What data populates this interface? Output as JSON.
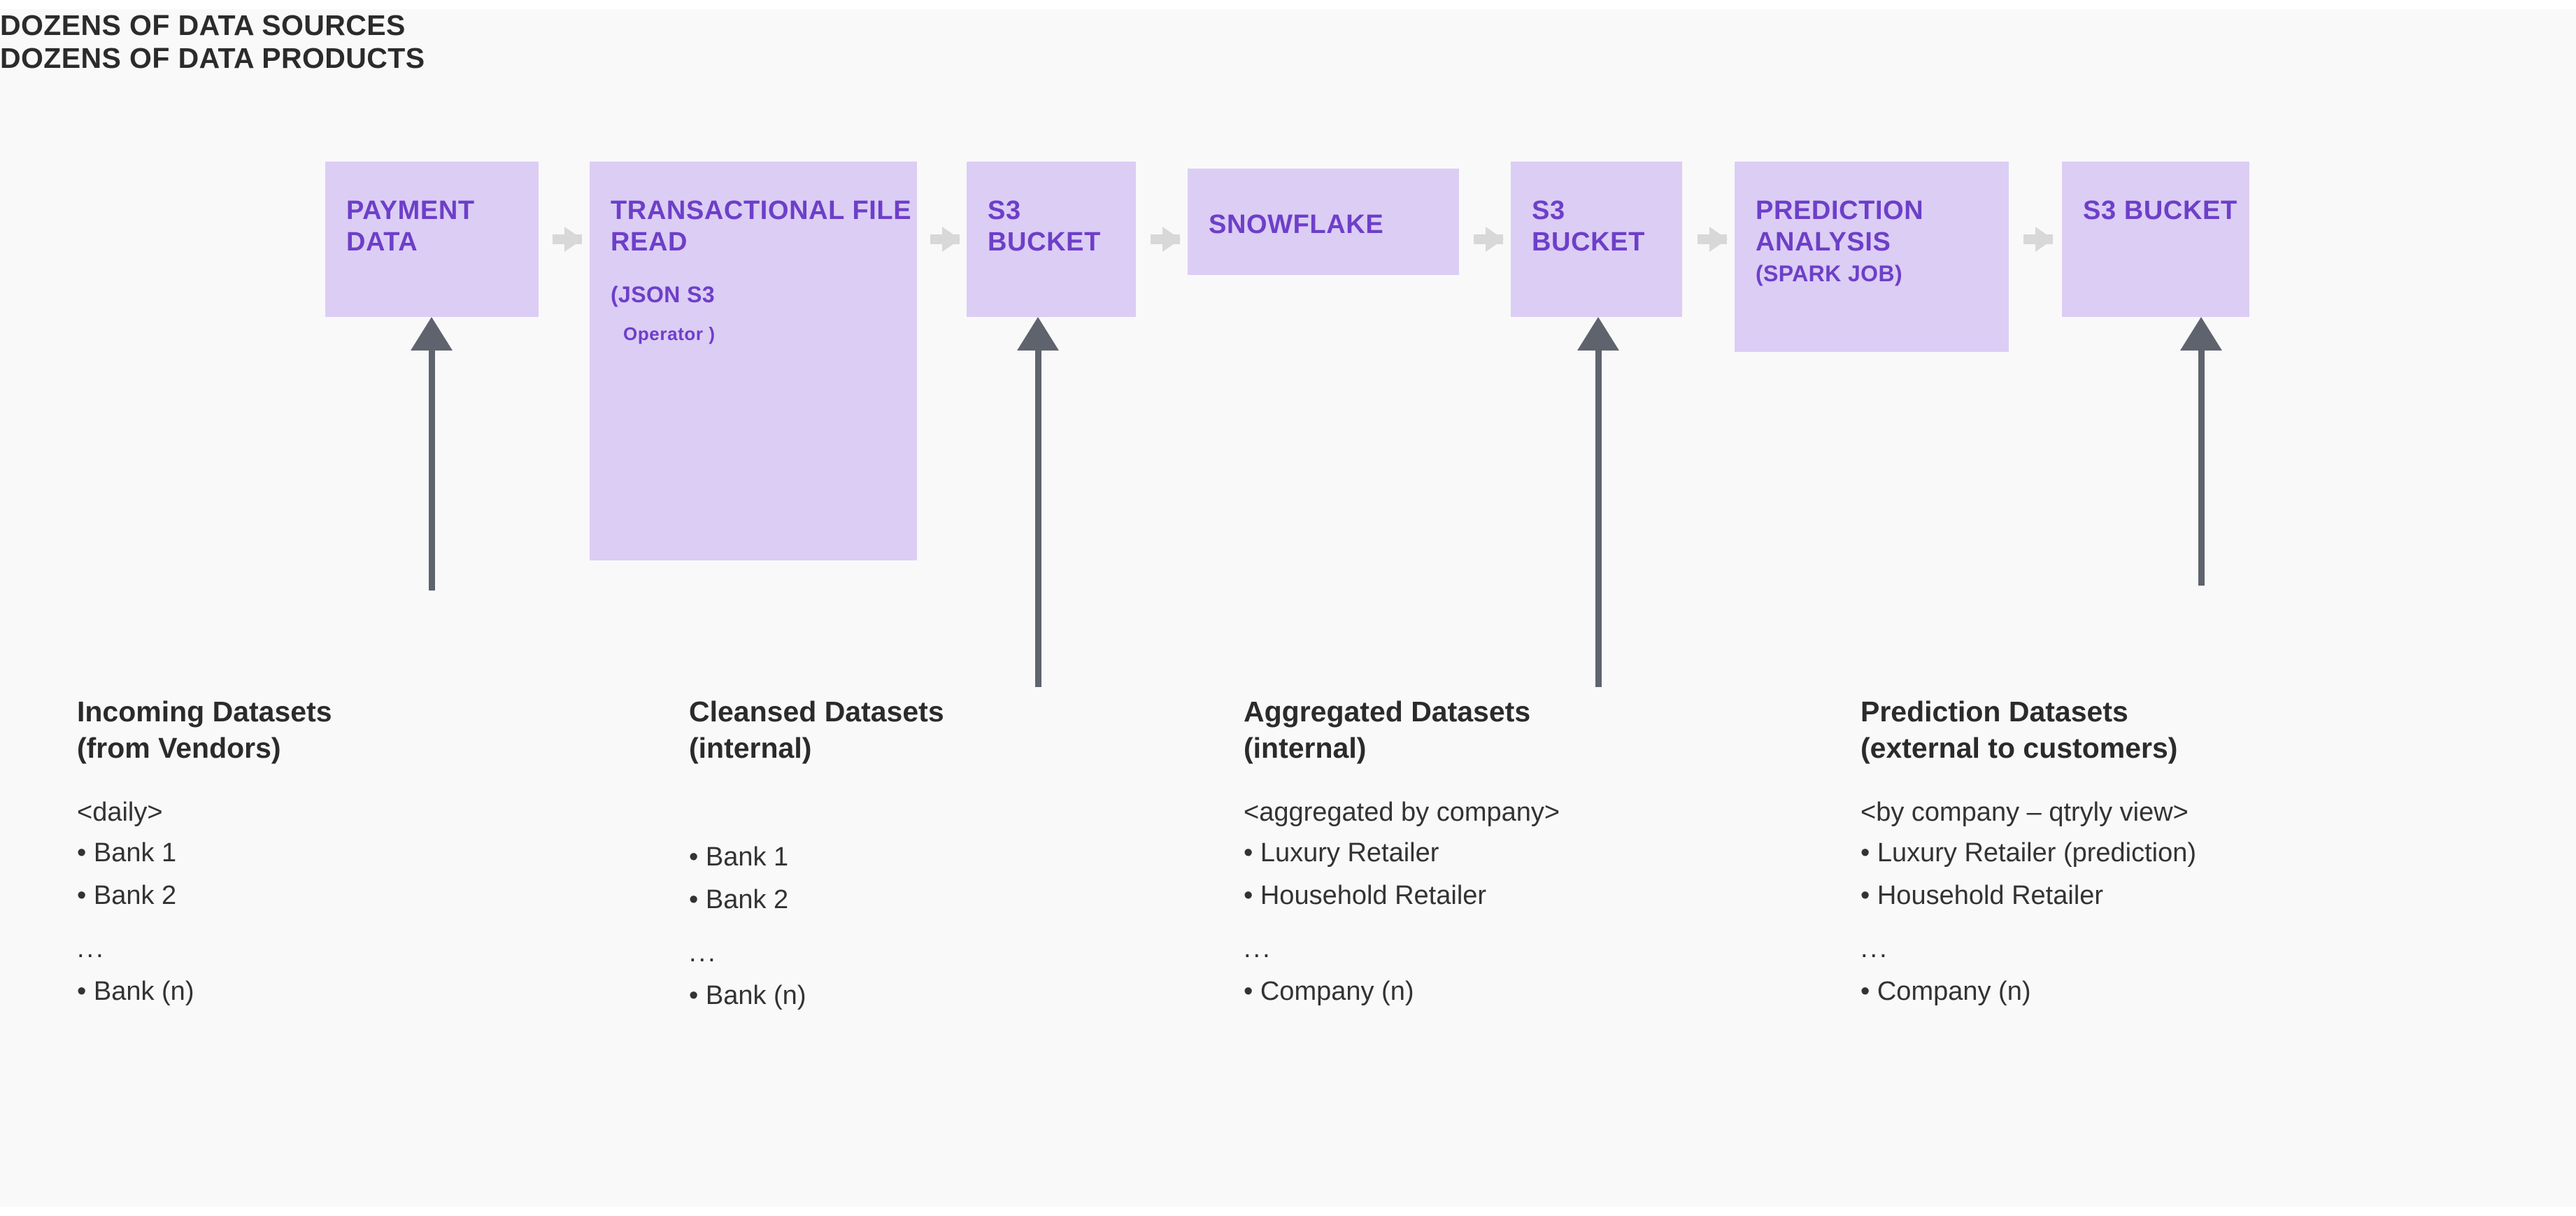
{
  "theme": {
    "page_background": "#ffffff",
    "canvas_background": "#f9f9f9",
    "node_fill": "#dccdf5",
    "node_text": "#6d3fc8",
    "connector": "#d8d8d8",
    "up_arrow": "#5f636d",
    "body_text": "#333333",
    "heading_text": "#2b2b2b"
  },
  "pipeline": {
    "nodes": [
      {
        "id": "payment-data",
        "title": "PAYMENT DATA",
        "sub": "",
        "sub2": ""
      },
      {
        "id": "transactional-file-read",
        "title": "TRANSACTIONAL FILE READ",
        "sub": "(JSON S3",
        "sub2": "Operator )"
      },
      {
        "id": "s3-bucket-1",
        "title": "S3 BUCKET",
        "sub": "",
        "sub2": ""
      },
      {
        "id": "snowflake",
        "title": "SNOWFLAKE",
        "sub": "",
        "sub2": ""
      },
      {
        "id": "s3-bucket-2",
        "title": "S3 BUCKET",
        "sub": "",
        "sub2": ""
      },
      {
        "id": "prediction-analysis",
        "title": "PREDICTION ANALYSIS",
        "sub": "(SPARK JOB)",
        "sub2": ""
      },
      {
        "id": "s3-bucket-3",
        "title": "S3 BUCKET",
        "sub": "",
        "sub2": ""
      }
    ]
  },
  "kickers": {
    "left": "DOZENS OF DATA SOURCES",
    "right": "DOZENS OF DATA PRODUCTS"
  },
  "columns": [
    {
      "id": "incoming-datasets",
      "heading_line1": "Incoming Datasets",
      "heading_line2": "(from Vendors)",
      "meta": "<daily>",
      "items": [
        "• Bank 1",
        "• Bank 2",
        "...",
        "• Bank (n)"
      ]
    },
    {
      "id": "cleansed-datasets",
      "heading_line1": "Cleansed Datasets",
      "heading_line2": "(internal)",
      "meta": "",
      "items": [
        "• Bank 1",
        "• Bank 2",
        "...",
        "• Bank (n)"
      ]
    },
    {
      "id": "aggregated-datasets",
      "heading_line1": "Aggregated Datasets",
      "heading_line2": "(internal)",
      "meta": "<aggregated by company>",
      "items": [
        "• Luxury Retailer",
        "• Household Retailer",
        "...",
        "• Company (n)"
      ]
    },
    {
      "id": "prediction-datasets",
      "heading_line1": "Prediction Datasets",
      "heading_line2": "(external to customers)",
      "meta": "<by company – qtryly view>",
      "items": [
        "• Luxury Retailer (prediction)",
        "• Household Retailer",
        "...",
        "• Company (n)"
      ]
    }
  ]
}
